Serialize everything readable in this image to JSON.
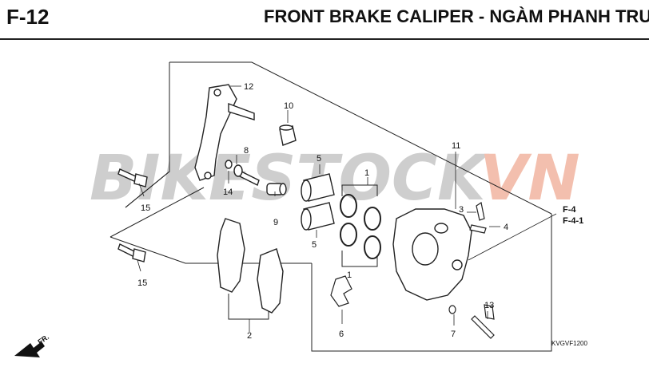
{
  "header": {
    "code": "F-12",
    "title": "FRONT BRAKE CALIPER - NGÀM PHANH TRU"
  },
  "watermark": {
    "text_a": "BIKESTOCK",
    "text_b": "VN",
    "color_a": "#c9c9c9",
    "color_b": "#f2b9a6"
  },
  "callouts": {
    "c1a": "1",
    "c1b": "1",
    "c2": "2",
    "c3": "3",
    "c4": "4",
    "c5a": "5",
    "c5b": "5",
    "c6": "6",
    "c7": "7",
    "c8": "8",
    "c9": "9",
    "c10": "10",
    "c11": "11",
    "c12": "12",
    "c13": "13",
    "c14": "14",
    "c15a": "15",
    "c15b": "15"
  },
  "refs": {
    "f4": "F-4",
    "f41": "F-4-1"
  },
  "front_indicator": "FR.",
  "diagram_code": "KVGVF1200"
}
